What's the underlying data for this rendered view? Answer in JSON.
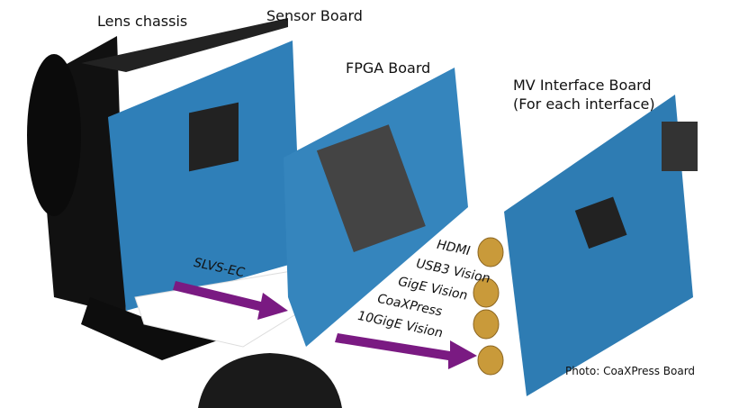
{
  "labels": {
    "lens_chassis": "Lens chassis",
    "sensor_board": "Sensor Board",
    "fpga_board": "FPGA Board",
    "mv_interface_board_line1": "MV Interface Board",
    "mv_interface_board_line2": "(For each interface)",
    "slvs_ec": "SLVS-EC",
    "photo_caption": "Photo: CoaXPress Board"
  },
  "interfaces": [
    "HDMI",
    "USB3 Vision",
    "GigE Vision",
    "CoaXPress",
    "10GigE Vision"
  ],
  "colors": {
    "board": "#2f7fb8",
    "arrow": "#7a1a82",
    "chassis": "#151515"
  }
}
